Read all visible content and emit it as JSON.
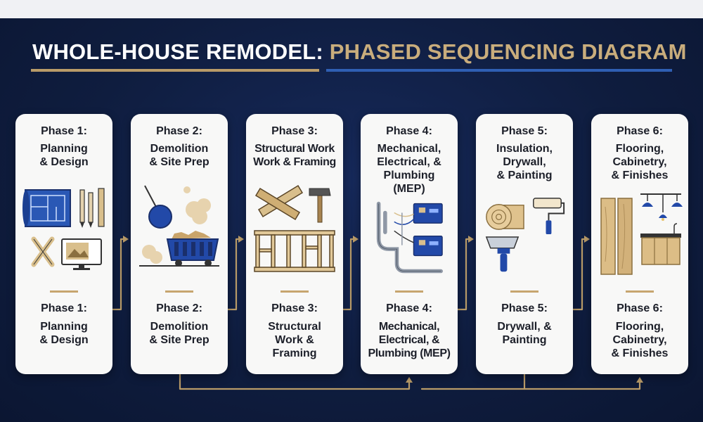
{
  "title": {
    "part1": "WHOLE-HOUSE REMODEL:",
    "part2": "PHASED SEQUENCING DIAGRAM"
  },
  "colors": {
    "background": "#0f1d3d",
    "gold": "#b99b68",
    "blue": "#2f5fb3",
    "card": "#f8f8f7",
    "icon_blue": "#1f3f8f",
    "wood": "#d9bf8c"
  },
  "phases": [
    {
      "heading": "Phase 1:",
      "subtitle": "Planning\n& Design",
      "heading2": "Phase 1:",
      "subtitle2": "Planning\n& Design",
      "icons": [
        "blueprint-icon",
        "pencil-icon",
        "ruler-icon",
        "monitor-icon"
      ]
    },
    {
      "heading": "Phase 2:",
      "subtitle": "Demolition\n& Site Prep",
      "heading2": "Phase 2:",
      "subtitle2": "Demolition\n& Site Prep",
      "icons": [
        "wrecking-ball-icon",
        "dust-cloud-icon",
        "dumpster-icon"
      ]
    },
    {
      "heading": "Phase 3:",
      "subtitle": "Structural Work\nWork & Framing",
      "heading2": "Phase 3:",
      "subtitle2": "Structural\nWork &\nFraming",
      "icons": [
        "lumber-icon",
        "hammer-icon",
        "wall-frame-icon"
      ]
    },
    {
      "heading": "Phase 4:",
      "subtitle": "Mechanical,\nElectrical, &\nPlumbing\n(MEP)",
      "heading2": "Phase 4:",
      "subtitle2": "Mechanical,\nElectrical, &\nPlumbing (MEP)",
      "icons": [
        "pipes-icon",
        "circuit-board-icon",
        "wires-icon"
      ]
    },
    {
      "heading": "Phase 5:",
      "subtitle": "Insulation,\nDrywall,\n& Painting",
      "heading2": "Phase 5:",
      "subtitle2": "Drywall, &\nPainting",
      "icons": [
        "insulation-roll-icon",
        "paint-roller-icon",
        "drywall-knife-icon"
      ]
    },
    {
      "heading": "Phase 6:",
      "subtitle": "Flooring,\nCabinetry,\n& Finishes",
      "heading2": "Phase 6:",
      "subtitle2": "Flooring,\nCabinetry,\n& Finishes",
      "icons": [
        "floor-planks-icon",
        "pendant-lights-icon",
        "kitchen-cabinet-icon"
      ]
    }
  ]
}
